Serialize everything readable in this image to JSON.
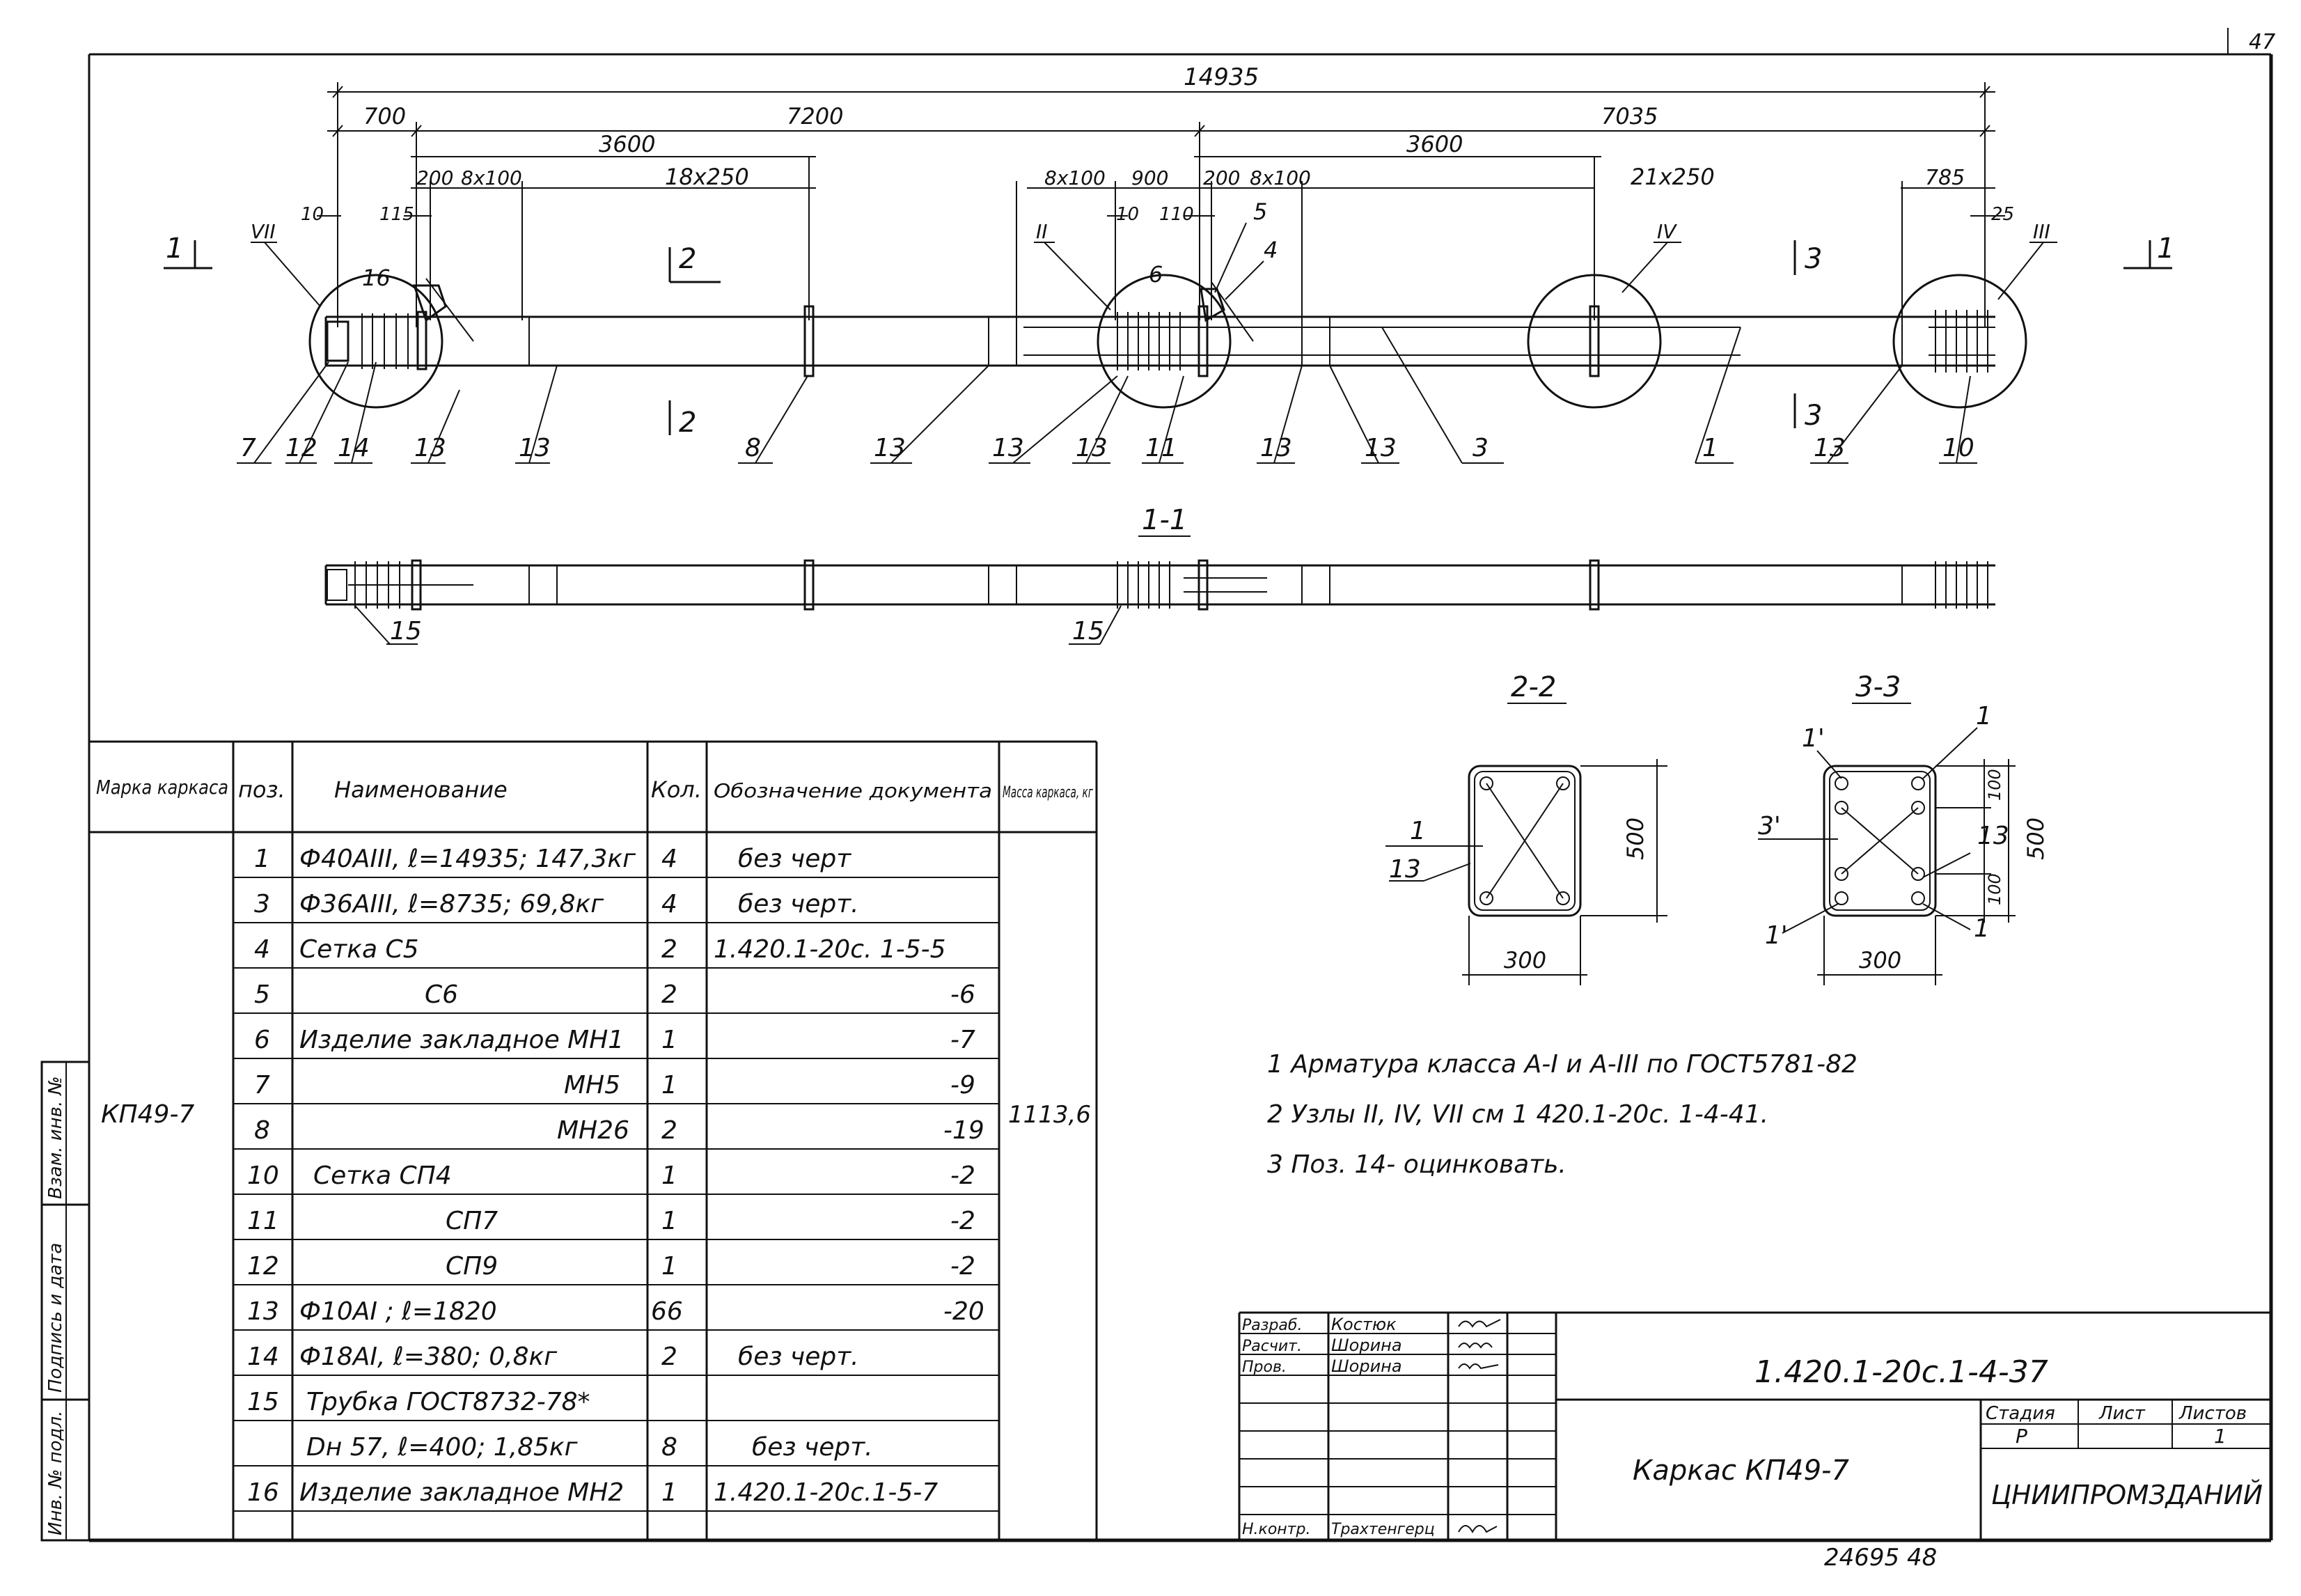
{
  "page_number": "47",
  "bottom_number": "24695  48",
  "dimensions": {
    "total": "14935",
    "d700": "700",
    "d7200": "7200",
    "d7035": "7035",
    "d3600_left": "3600",
    "d3600_right": "3600",
    "d18x250": "18x250",
    "d21x250": "21x250",
    "d200a": "200",
    "d8x100a": "8x100",
    "d8x100b": "8x100",
    "d900": "900",
    "d200b": "200",
    "d8x100c": "8x100",
    "d785": "785",
    "d10a": "10",
    "d115": "115",
    "d10b": "10",
    "d110": "110",
    "d25": "25"
  },
  "callouts": {
    "node_vii": "VII",
    "node_ii": "II",
    "node_iv": "IV",
    "node_iii": "III",
    "p16": "16",
    "p6": "6",
    "p5": "5",
    "p4": "4",
    "sec1_left": "1",
    "sec1_right": "1",
    "sec2_top": "2",
    "sec2_bot": "2",
    "sec3_top": "3",
    "sec3_bot": "3"
  },
  "bottom_labels": [
    "7",
    "12",
    "14",
    "13",
    "13",
    "8",
    "13",
    "13",
    "13",
    "11",
    "13",
    "13",
    "3",
    "1",
    "13",
    "10"
  ],
  "section_1_1": {
    "title": "1-1",
    "label_a": "15",
    "label_b": "15"
  },
  "section_2_2": {
    "title": "2-2",
    "dim_h": "500",
    "dim_w": "300",
    "lab1": "1",
    "lab13": "13"
  },
  "section_3_3": {
    "title": "3-3",
    "dim_h": "500",
    "dim_w": "300",
    "d100a": "100",
    "d100b": "100",
    "lab1p": "1'",
    "lab1": "1",
    "lab3": "3'",
    "lab13": "13",
    "lab1pp": "1'",
    "lab1b": "1"
  },
  "notes": [
    "1 Арматура класса  А-I и А-III по  ГОСТ5781-82",
    "2  Узлы II,  IV, VII см  1 420.1-20с. 1-4-41.",
    "3  Поз. 14- оцинковать."
  ],
  "table": {
    "headers": [
      "Марка каркаса",
      "поз.",
      "Наименование",
      "Кол.",
      "Обозначение документа",
      "Масса каркаса, кг"
    ],
    "mark": "КП49-7",
    "mass": "1113,6",
    "rows": [
      {
        "pos": "1",
        "name": "Ф40АIII, ℓ=14935; 147,3кг",
        "qty": "4",
        "doc": "без черт"
      },
      {
        "pos": "3",
        "name": "Ф36АIII, ℓ=8735; 69,8кг",
        "qty": "4",
        "doc": "без черт."
      },
      {
        "pos": "4",
        "name": "Сетка  С5",
        "qty": "2",
        "doc": "1.420.1-20с. 1-5-5"
      },
      {
        "pos": "5",
        "name": "С6",
        "qty": "2",
        "doc": "-6"
      },
      {
        "pos": "6",
        "name": "Изделие закладное  МН1",
        "qty": "1",
        "doc": "-7"
      },
      {
        "pos": "7",
        "name": "МН5",
        "qty": "1",
        "doc": "-9"
      },
      {
        "pos": "8",
        "name": "МН26",
        "qty": "2",
        "doc": "-19"
      },
      {
        "pos": "10",
        "name": "Сетка  СП4",
        "qty": "1",
        "doc": "-2"
      },
      {
        "pos": "11",
        "name": "СП7",
        "qty": "1",
        "doc": "-2"
      },
      {
        "pos": "12",
        "name": "СП9",
        "qty": "1",
        "doc": "-2"
      },
      {
        "pos": "13",
        "name": "Ф10АI ; ℓ=1820",
        "qty": "66",
        "doc": "-20"
      },
      {
        "pos": "14",
        "name": "Ф18АI, ℓ=380; 0,8кг",
        "qty": "2",
        "doc": "без  черт."
      },
      {
        "pos": "15",
        "name": "Трубка  ГОСТ8732-78*",
        "qty": "",
        "doc": ""
      },
      {
        "pos": "",
        "name": "Dн 57, ℓ=400; 1,85кг",
        "qty": "8",
        "doc": "без  черт."
      },
      {
        "pos": "16",
        "name": "Изделие закладное МН2",
        "qty": "1",
        "doc": "1.420.1-20с.1-5-7"
      }
    ]
  },
  "side_stamp": [
    "Инв. № подл.",
    "Подпись и дата",
    "Взам. инв. №"
  ],
  "title_block": {
    "roles": [
      "Разраб.",
      "Расчит.",
      "Пров.",
      "",
      "",
      "",
      "Н.контр."
    ],
    "names": [
      "Костюк",
      "Шорина",
      "Шорина",
      "",
      "",
      "",
      "Трахтенгерц"
    ],
    "code": "1.420.1-20с.1-4-37",
    "title": "Каркас КП49-7",
    "stage_label": "Стадия",
    "sheet_label": "Лист",
    "sheets_label": "Листов",
    "stage": "Р",
    "sheets": "1",
    "org": "ЦНИИПРОМЗДАНИЙ"
  }
}
